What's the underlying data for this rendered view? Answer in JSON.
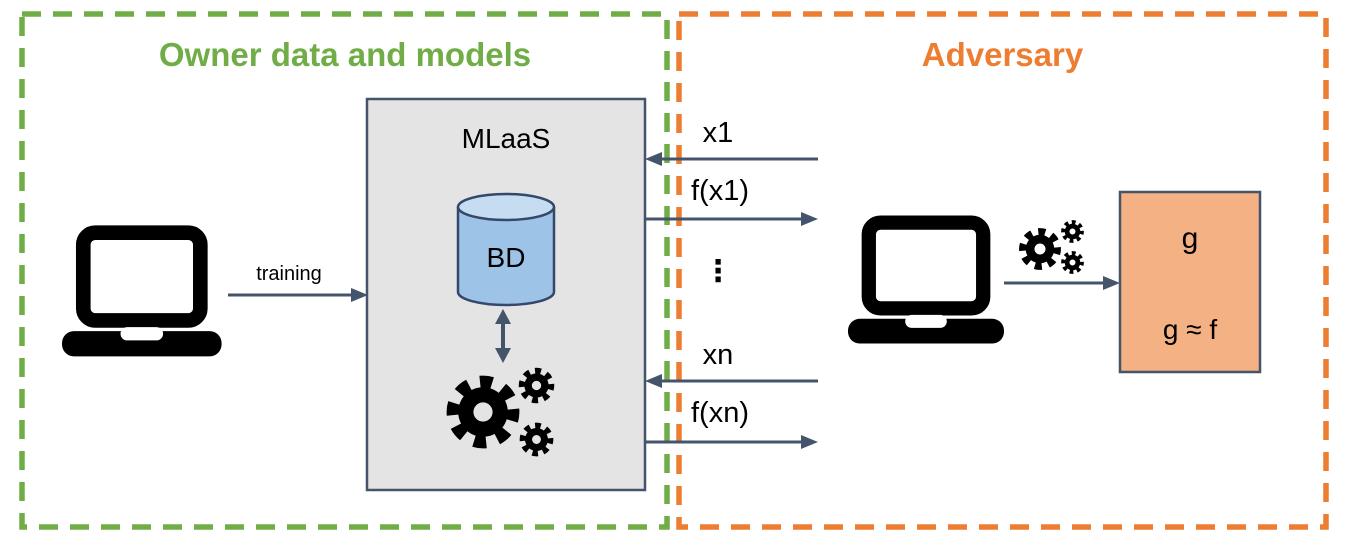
{
  "diagram": {
    "owner_region": {
      "title": "Owner data and models"
    },
    "adversary_region": {
      "title": "Adversary"
    },
    "mlaas": {
      "title": "MLaaS",
      "database_label": "BD"
    },
    "flows": {
      "training": "training",
      "query_1": "x1",
      "response_1": "f(x1)",
      "ellipsis": "⋮",
      "query_n": "xn",
      "response_n": "f(xn)"
    },
    "surrogate": {
      "model_label": "g",
      "approximation_label": "g ≈ f"
    },
    "icons": [
      "laptop-icon",
      "database-icon",
      "gears-icon",
      "sync-arrow-icon",
      "arrow-icon"
    ]
  },
  "colors": {
    "owner_accent": "#70AD47",
    "adversary_accent": "#ED7D31",
    "mlaas_fill": "#E4E4E4",
    "surrogate_fill": "#F4B183",
    "shape_border": "#44546A",
    "database_fill": "#9DC3E6",
    "database_top_fill": "#C5DCF1",
    "arrow_color": "#44546A"
  }
}
